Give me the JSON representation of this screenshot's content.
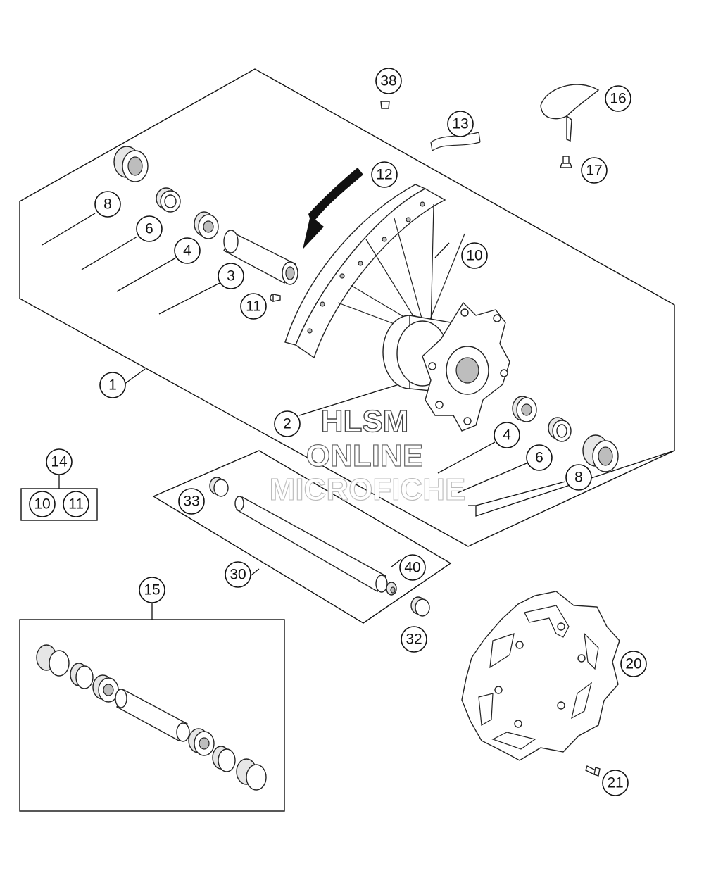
{
  "watermark": {
    "line1": "HLSM",
    "line2": "ONLINE",
    "line3": "MICROFICHE"
  },
  "callouts": {
    "c38": "38",
    "c16": "16",
    "c13": "13",
    "c17": "17",
    "c12": "12",
    "c10_spokes": "10",
    "c8_top": "8",
    "c6_top": "6",
    "c4_top": "4",
    "c3": "3",
    "c11_nipple": "11",
    "c1": "1",
    "c2": "2",
    "c4_bottom": "4",
    "c6_bottom": "6",
    "c8_bottom": "8",
    "c14": "14",
    "c14_10": "10",
    "c14_11": "11",
    "c33": "33",
    "c30": "30",
    "c40": "40",
    "c32": "32",
    "c15": "15",
    "c20": "20",
    "c21": "21"
  }
}
